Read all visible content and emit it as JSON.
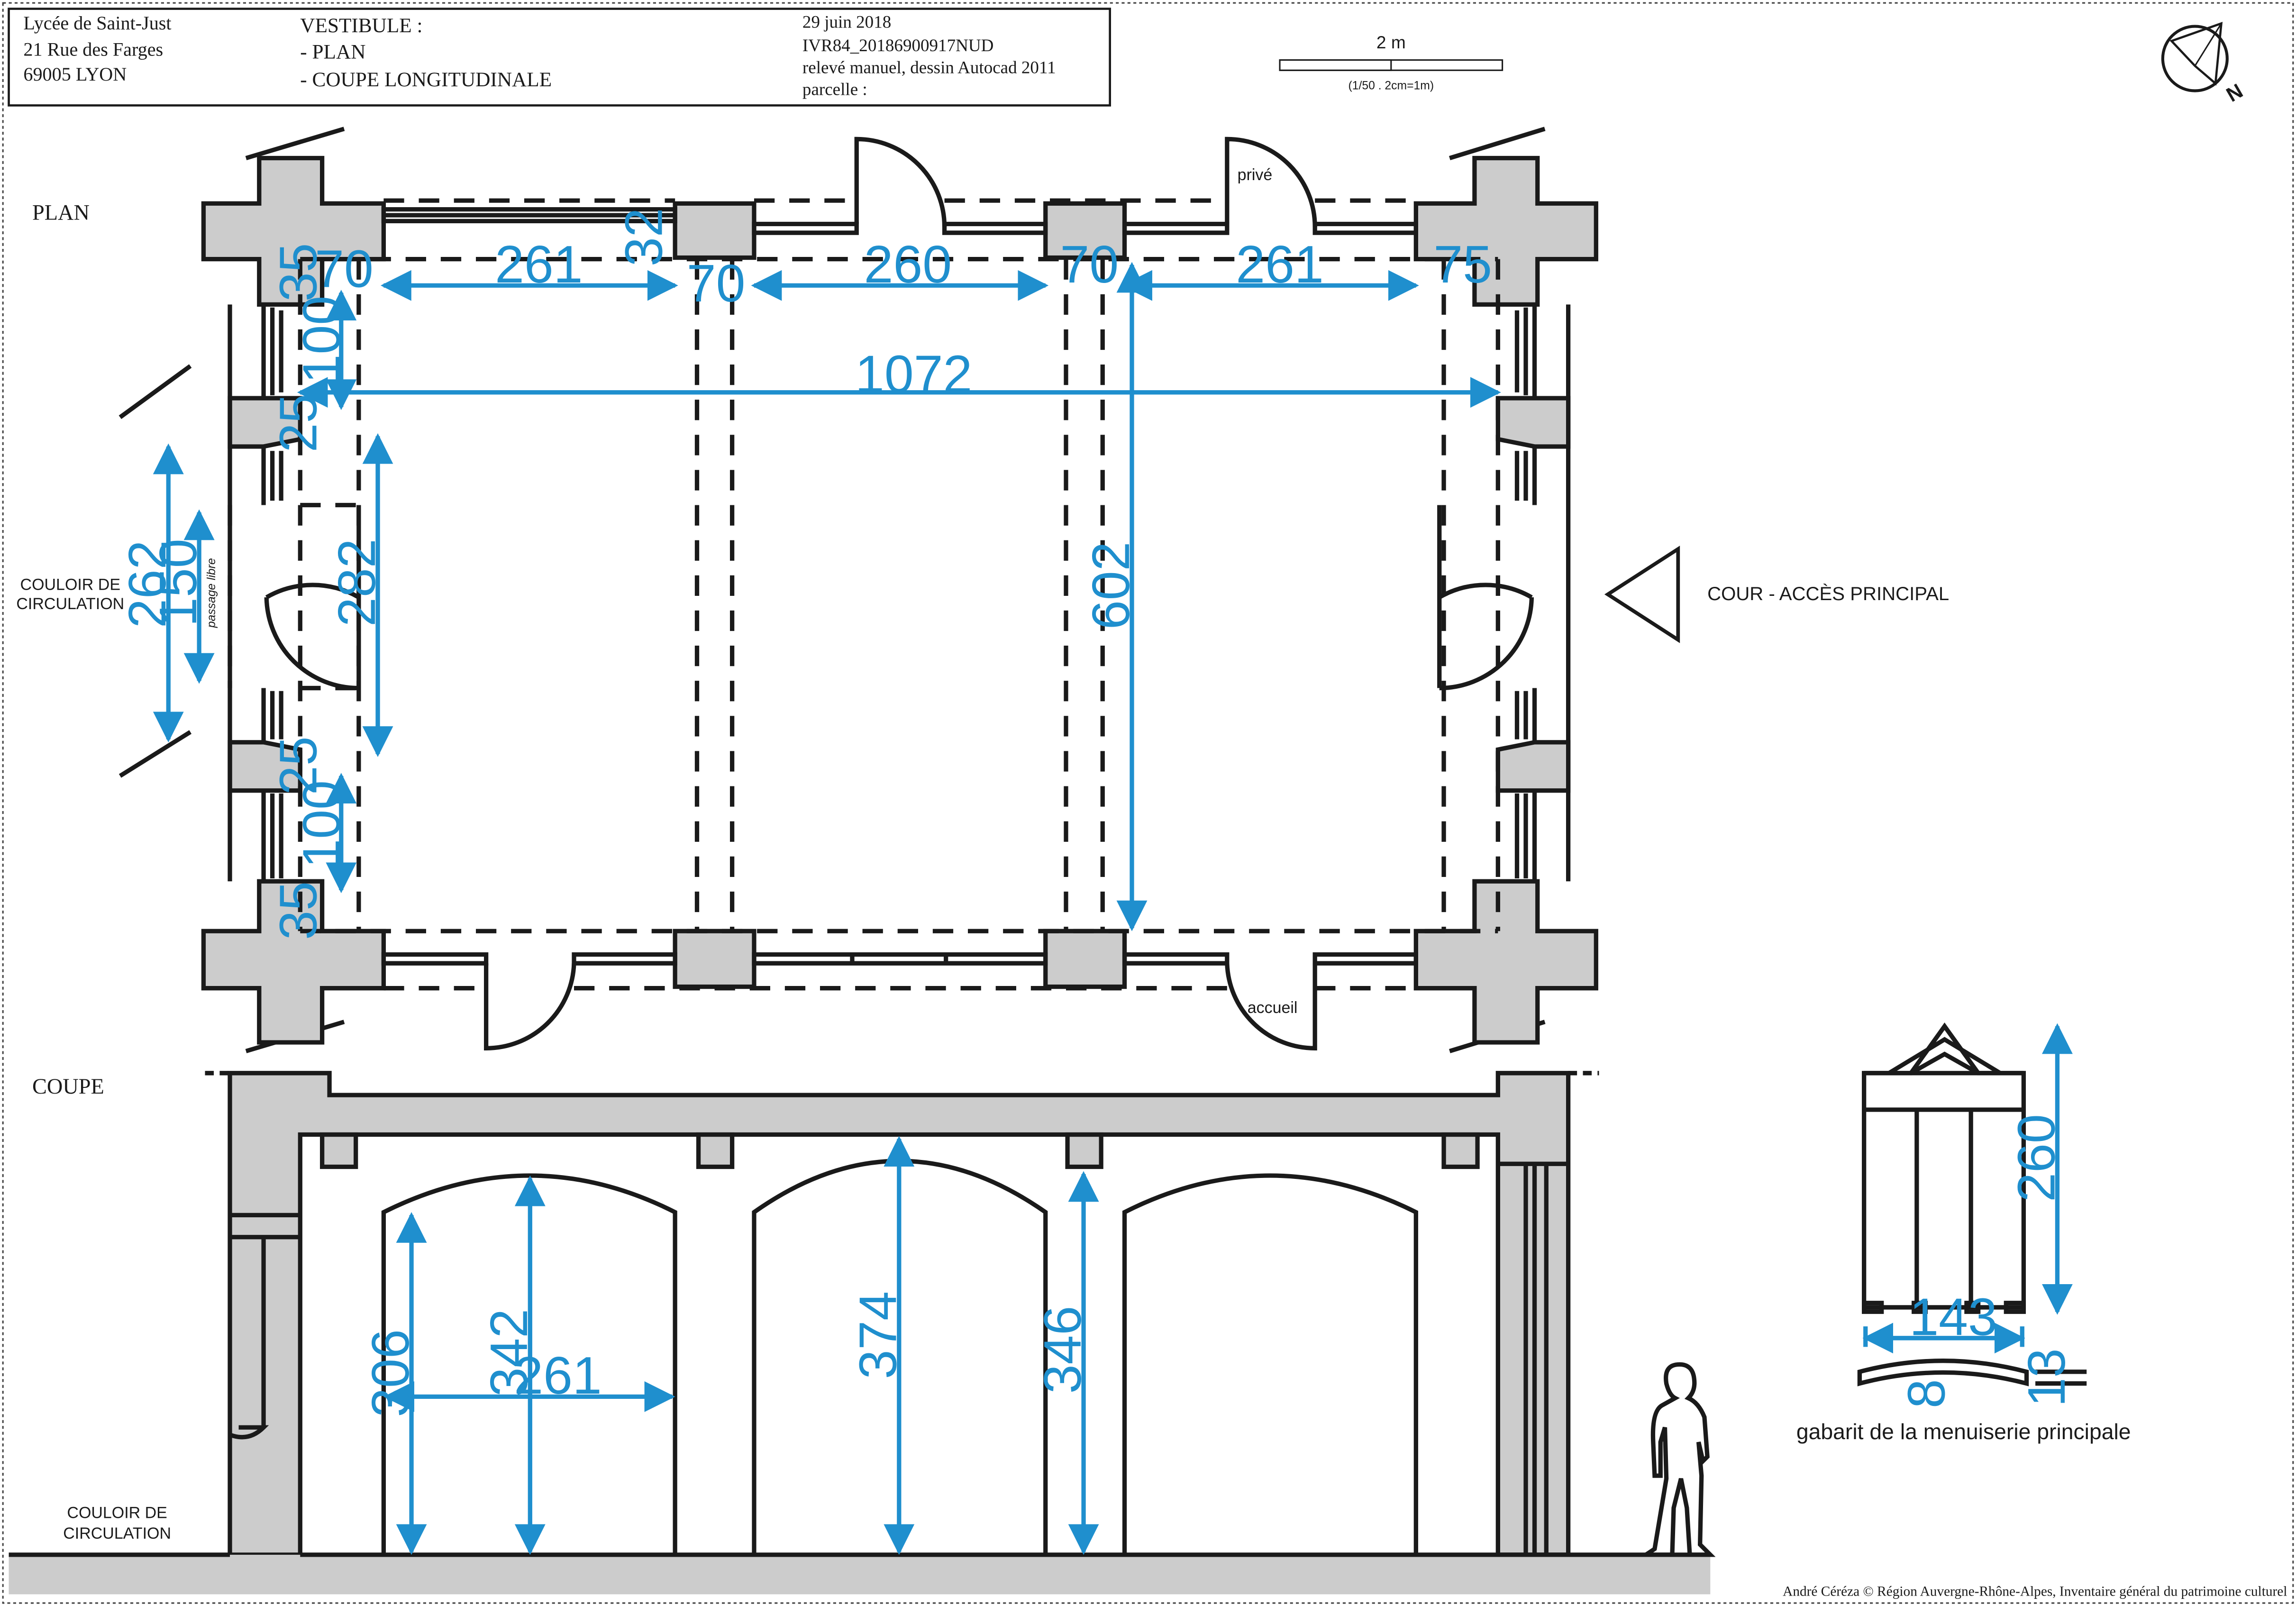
{
  "cartouche": {
    "site": [
      "Lycée de Saint-Just",
      "21 Rue des Farges",
      "69005 LYON"
    ],
    "subject": [
      "VESTIBULE :",
      "- PLAN",
      "- COUPE LONGITUDINALE"
    ],
    "info": [
      "29 juin 2018",
      "IVR84_20186900917NUD",
      "relevé manuel, dessin Autocad 2011",
      "parcelle :"
    ]
  },
  "scale": {
    "length": "2 m",
    "note": "(1/50 . 2cm=1m)"
  },
  "north": {
    "letter": "N"
  },
  "plan": {
    "title": "PLAN",
    "labels": {
      "prive": "privé",
      "accueil": "accueil",
      "couloir": [
        "COULOIR DE",
        "CIRCULATION"
      ],
      "cour": "COUR - ACCÈS PRINCIPAL",
      "passage": "passage libre"
    },
    "dimensions": {
      "d32": "32",
      "d35a": "35",
      "d70a": "70",
      "d261a": "261",
      "d70b": "70",
      "d260": "260",
      "d70c": "70",
      "d261b": "261",
      "d75": "75",
      "d100a": "100",
      "d1072": "1072",
      "d25a": "25",
      "d262": "262",
      "d150": "150",
      "d282": "282",
      "d602": "602",
      "d25b": "25",
      "d100b": "100",
      "d35b": "35"
    }
  },
  "coupe": {
    "title": "COUPE",
    "couloir": [
      "COULOIR DE",
      "CIRCULATION"
    ],
    "dimensions": {
      "d306": "306",
      "d342": "342",
      "d261": "261",
      "d374": "374",
      "d346": "346"
    }
  },
  "gabarit": {
    "label": "gabarit de la menuiserie principale",
    "dimensions": {
      "d260": "260",
      "d143": "143",
      "d13": "13",
      "d8": "8"
    }
  },
  "credit": "André Céréza © Région Auvergne-Rhône-Alpes, Inventaire général du patrimoine culturel",
  "colors": {
    "dimension": "#1f8fce",
    "wall": "#cccccc",
    "line": "#1a1a1a"
  }
}
